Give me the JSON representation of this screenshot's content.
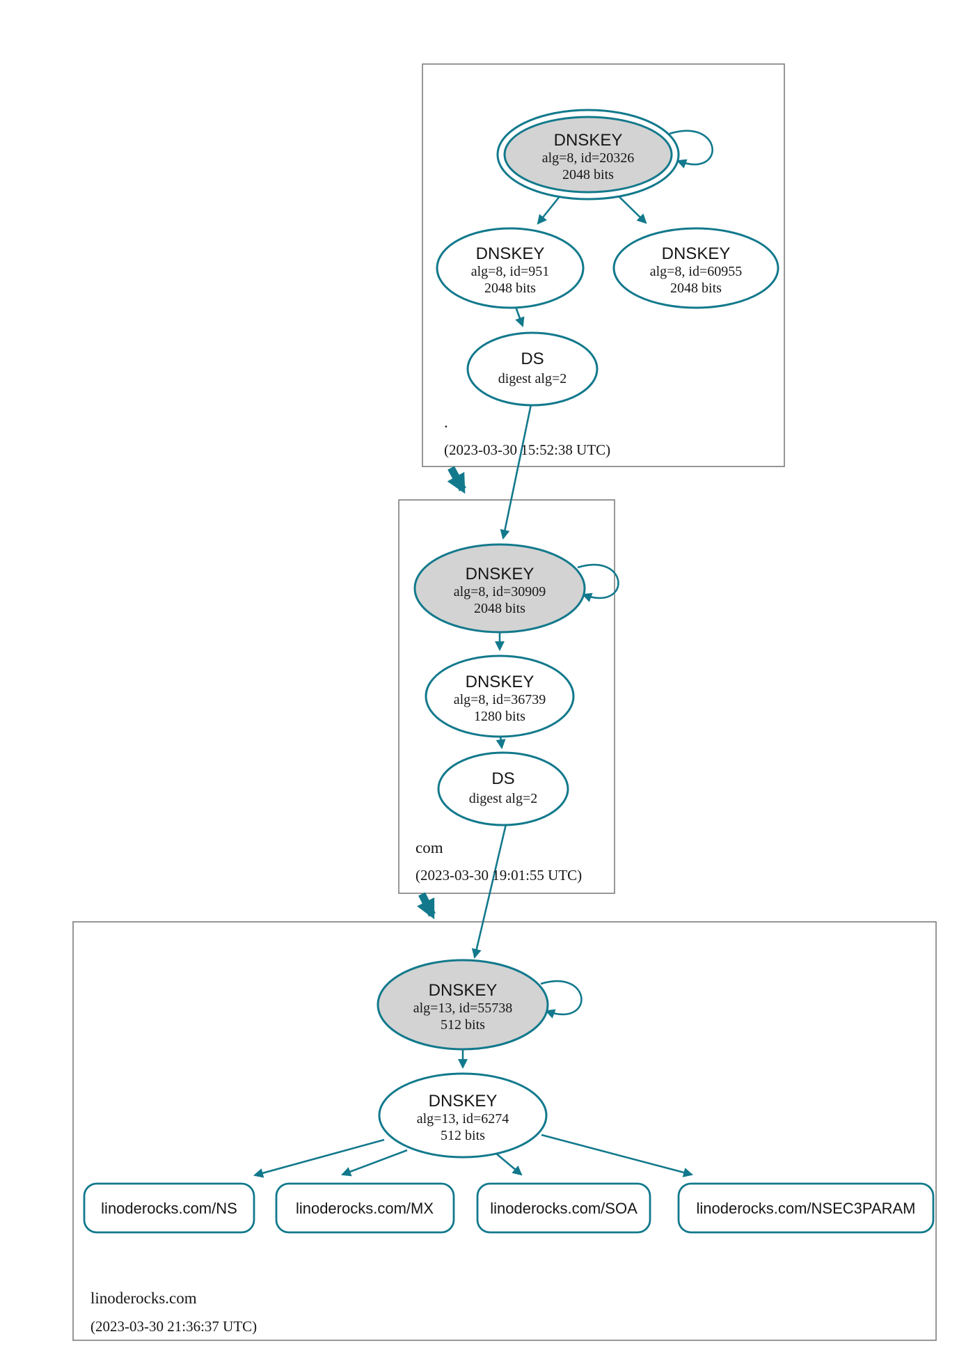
{
  "diagram": {
    "type": "dnssec-authentication-chain",
    "colors": {
      "edge": "#12798c",
      "ksk_fill": "#d3d3d3",
      "node_fill": "#ffffff",
      "zone_border": "#7d7d7d",
      "text": "#161616",
      "background": "#ffffff"
    },
    "zones": [
      {
        "label": ".",
        "timestamp": "(2023-03-30 15:52:38 UTC)",
        "ksk": {
          "title": "DNSKEY",
          "detail": "alg=8, id=20326",
          "size": "2048 bits"
        },
        "zsk": {
          "title": "DNSKEY",
          "detail": "alg=8, id=951",
          "size": "2048 bits"
        },
        "zsk2": {
          "title": "DNSKEY",
          "detail": "alg=8, id=60955",
          "size": "2048 bits"
        },
        "ds": {
          "title": "DS",
          "detail": "digest alg=2"
        }
      },
      {
        "label": "com",
        "timestamp": "(2023-03-30 19:01:55 UTC)",
        "ksk": {
          "title": "DNSKEY",
          "detail": "alg=8, id=30909",
          "size": "2048 bits"
        },
        "zsk": {
          "title": "DNSKEY",
          "detail": "alg=8, id=36739",
          "size": "1280 bits"
        },
        "ds": {
          "title": "DS",
          "detail": "digest alg=2"
        }
      },
      {
        "label": "linoderocks.com",
        "timestamp": "(2023-03-30 21:36:37 UTC)",
        "ksk": {
          "title": "DNSKEY",
          "detail": "alg=13, id=55738",
          "size": "512 bits"
        },
        "zsk": {
          "title": "DNSKEY",
          "detail": "alg=13, id=6274",
          "size": "512 bits"
        },
        "rrsets": [
          "linoderocks.com/NS",
          "linoderocks.com/MX",
          "linoderocks.com/SOA",
          "linoderocks.com/NSEC3PARAM"
        ]
      }
    ]
  }
}
